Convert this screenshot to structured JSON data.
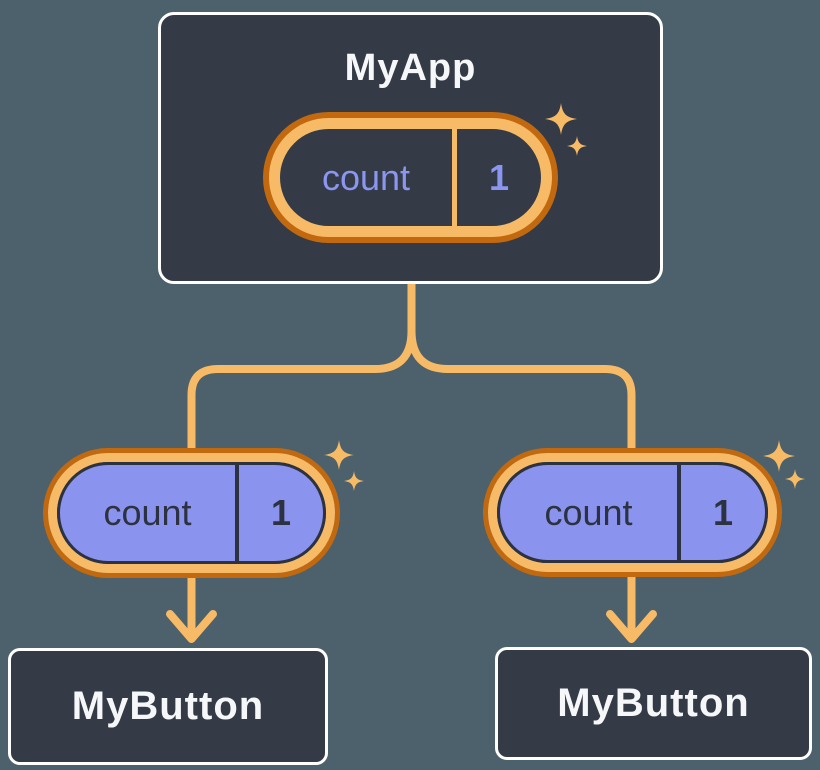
{
  "diagram": {
    "root": {
      "title": "MyApp",
      "pill": {
        "key": "count",
        "value": "1"
      }
    },
    "left_branch": {
      "pill": {
        "key": "count",
        "value": "1"
      },
      "child": {
        "title": "MyButton"
      }
    },
    "right_branch": {
      "pill": {
        "key": "count",
        "value": "1"
      },
      "child": {
        "title": "MyButton"
      }
    }
  },
  "colors": {
    "background": "#4C616C",
    "node_fill": "#343B47",
    "node_border": "#FFFFFF",
    "node_text": "#F6F7F9",
    "pill_ring_light": "#F7BA66",
    "pill_ring_dark": "#C2690F",
    "pill_fill_purple": "#8A93EE",
    "pill_text_purple": "#8B96F0",
    "pill_text_dark": "#2C323F",
    "connector": "#F7BA66",
    "sparkle": "#F7BB66"
  },
  "icons": {
    "sparkle": "sparkle-icon",
    "arrow": "arrow-down-icon"
  }
}
